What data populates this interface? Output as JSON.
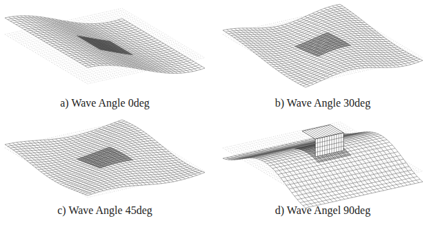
{
  "diagram": {
    "labels": [
      "a) Wave Angle 0deg",
      "b) Wave Angle 30deg",
      "c) Wave Angle 45deg",
      "d) Wave Angel 90deg"
    ]
  }
}
